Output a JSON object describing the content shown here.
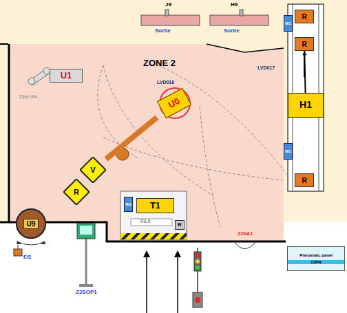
{
  "diagram": {
    "nodes": [
      {
        "text": [
          "U1"
        ]
      },
      {
        "text": [
          "U0"
        ]
      },
      {
        "text": [
          "R"
        ]
      },
      {
        "text": [
          "R"
        ]
      },
      {
        "text": [
          "H1"
        ]
      },
      {
        "text": [
          "R"
        ]
      },
      {
        "text": [
          "W1"
        ]
      },
      {
        "text": [
          "W1"
        ]
      },
      {
        "text": [
          "V"
        ]
      },
      {
        "text": [
          "R"
        ]
      },
      {
        "text": [
          "T1"
        ]
      },
      {
        "text": [
          "R"
        ]
      },
      {
        "text": [
          "W1"
        ]
      },
      {
        "text": [
          "U9"
        ]
      },
      {
        "text": [
          "Pneumatic panel",
          "Z2PN"
        ]
      }
    ],
    "edges": [
      {
        "from": 4,
        "to": 3,
        "arrow": "to"
      },
      {
        "from": 1,
        "to": 8,
        "arrow": "none"
      }
    ],
    "labels": [
      "J9",
      "Sortie",
      "H9",
      "Sortie",
      "ZONE 2",
      "Dist div.",
      "LVD018",
      "LVD017",
      "FIL8",
      "E/S",
      "Z2SOP1",
      "Z2NA1"
    ]
  }
}
